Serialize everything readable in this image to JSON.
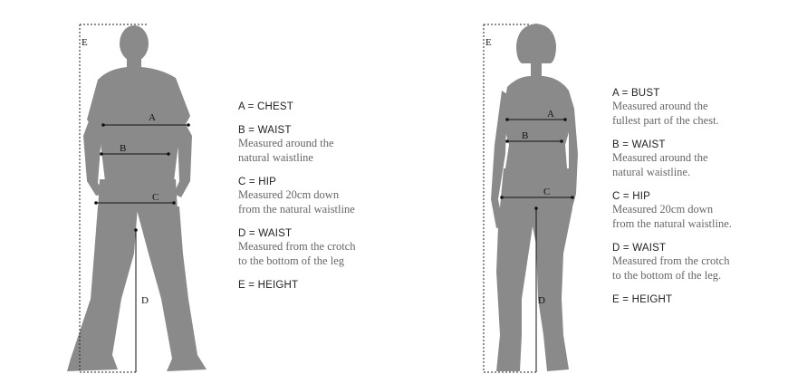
{
  "male": {
    "markers": {
      "a": "A",
      "b": "B",
      "c": "C",
      "d": "D",
      "e": "E"
    },
    "items": [
      {
        "heading": "A = CHEST",
        "desc": []
      },
      {
        "heading": "B = WAIST",
        "desc": [
          "Measured around the",
          "natural waistline"
        ]
      },
      {
        "heading": "C = HIP",
        "desc": [
          "Measured 20cm down",
          "from the natural waistline"
        ]
      },
      {
        "heading": "D = WAIST",
        "desc": [
          "Measured from the crotch",
          "to the bottom of the leg"
        ]
      },
      {
        "heading": "E = HEIGHT",
        "desc": []
      }
    ]
  },
  "female": {
    "markers": {
      "a": "A",
      "b": "B",
      "c": "C",
      "d": "D",
      "e": "E"
    },
    "items": [
      {
        "heading": "A = BUST",
        "desc": [
          "Measured around the",
          "fullest part of the chest."
        ]
      },
      {
        "heading": "B = WAIST",
        "desc": [
          "Measured around the",
          "natural waistline."
        ]
      },
      {
        "heading": "C = HIP",
        "desc": [
          "Measured 20cm down",
          "from the natural waistline."
        ]
      },
      {
        "heading": "D = WAIST",
        "desc": [
          "Measured from the crotch",
          "to the bottom of the leg."
        ]
      },
      {
        "heading": "E = HEIGHT",
        "desc": []
      }
    ]
  },
  "colors": {
    "silhouette": "#8a8a8a",
    "text": "#666666",
    "heading": "#222222"
  }
}
